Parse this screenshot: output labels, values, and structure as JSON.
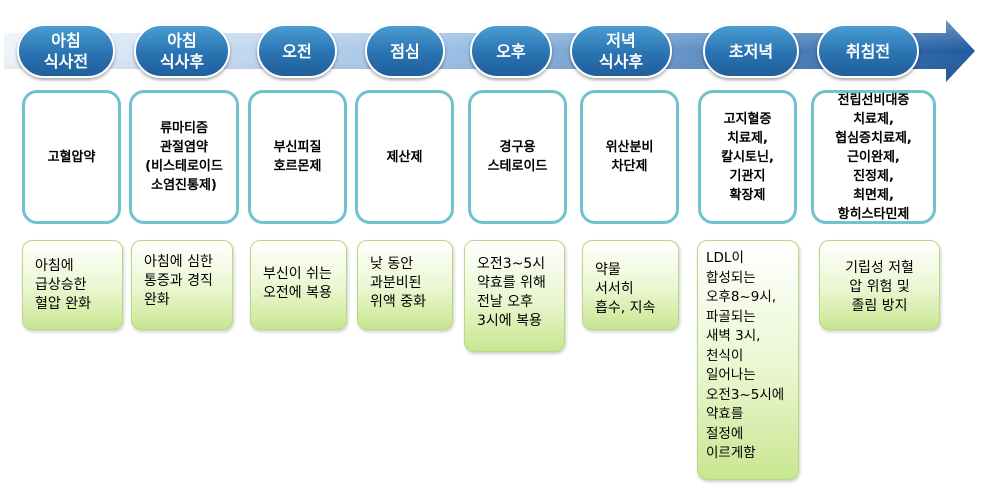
{
  "timeline": [
    {
      "label": "아침\n식사전"
    },
    {
      "label": "아침\n식사후"
    },
    {
      "label": "오전"
    },
    {
      "label": "점심"
    },
    {
      "label": "오후"
    },
    {
      "label": "저녁\n식사후"
    },
    {
      "label": "초저녁"
    },
    {
      "label": "취침전"
    }
  ],
  "drugs": [
    {
      "text": "고혈압약"
    },
    {
      "text": "류마티즘\n관절염약\n(비스테로이드\n소염진통제)"
    },
    {
      "text": "부신피질\n호르몬제"
    },
    {
      "text": "제산제"
    },
    {
      "text": "경구용\n스테로이드"
    },
    {
      "text": "위산분비\n차단제"
    },
    {
      "text": "고지혈증\n치료제,\n칼시토닌,\n기관지\n확장제"
    },
    {
      "text": "전립선비대증\n치료제,\n협심증치료제,\n근이완제,\n진정제,\n최면제,\n항히스타민제"
    }
  ],
  "notes": [
    {
      "text": "아침에\n급상승한\n혈압 완화"
    },
    {
      "text": "아침에 심한\n통증과 경직\n완화"
    },
    {
      "text": "부신이 쉬는\n오전에 복용"
    },
    {
      "text": "낮 동안\n과분비된\n위액 중화"
    },
    {
      "text": "오전3~5시\n약효를 위해\n전날 오후\n3시에 복용"
    },
    {
      "text": "약물\n서서히\n흡수, 지속"
    },
    {
      "text": "LDL이\n합성되는\n오후8~9시,\n파골되는\n새벽 3시,\n천식이\n일어나는\n오전3~5시에\n약효를\n절정에\n이르게함"
    },
    {
      "text": "기립성 저혈\n압 위험 및\n졸림 방지"
    }
  ],
  "colors": {
    "pill": "#2a73b2",
    "box_border": "#6ec3cf",
    "note_fill": "#c8e690"
  }
}
